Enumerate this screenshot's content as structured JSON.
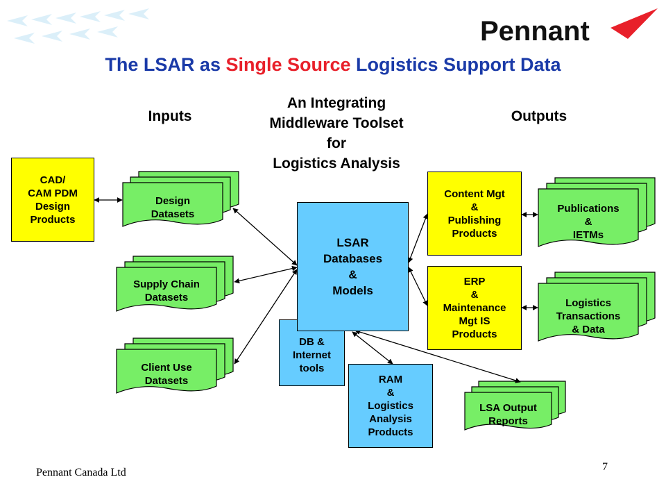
{
  "logo": {
    "text": "Pennant"
  },
  "title": {
    "part1": "The LSAR as ",
    "part2": "Single Source",
    "part3": " Logistics Support Data"
  },
  "headings": {
    "inputs": "Inputs",
    "middle": "An Integrating\nMiddleware Toolset\nfor\nLogistics Analysis",
    "outputs": "Outputs"
  },
  "boxes": {
    "cad": "CAD/\nCAM PDM\nDesign\nProducts",
    "lsar": "LSAR\nDatabases\n&\nModels",
    "db": "DB &\nInternet\ntools",
    "ram": "RAM\n&\nLogistics\n Analysis\nProducts",
    "content": "Content Mgt\n&\nPublishing\nProducts",
    "erp": "ERP\n&\nMaintenance\nMgt IS\nProducts"
  },
  "datasets": {
    "design": "Design\nDatasets",
    "supply": "Supply Chain\nDatasets",
    "client": "Client Use\nDatasets",
    "publications": "Publications\n&\nIETMs",
    "logistics": "Logistics\nTransactions\n& Data",
    "lsa_output": "LSA Output\nReports"
  },
  "footer": {
    "company": "Pennant Canada Ltd",
    "page": "7"
  },
  "colors": {
    "yellow": "#ffff00",
    "blue": "#66ccff",
    "green": "#77ee66",
    "title_blue": "#1a3aa8",
    "title_red": "#e8202a"
  }
}
